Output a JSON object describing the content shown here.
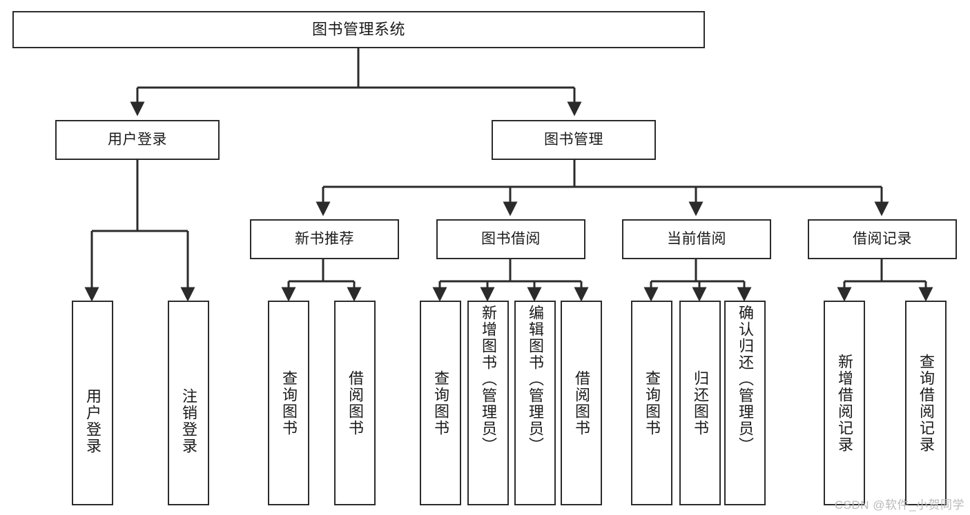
{
  "diagram": {
    "title": "图书管理系统",
    "type": "tree-hierarchy",
    "root": {
      "id": "root",
      "label": "图书管理系统"
    },
    "level1": [
      {
        "id": "user-login",
        "label": "用户登录"
      },
      {
        "id": "book-manage",
        "label": "图书管理"
      }
    ],
    "level2": [
      {
        "id": "new-book-rec",
        "label": "新书推荐",
        "parent": "book-manage"
      },
      {
        "id": "book-borrow",
        "label": "图书借阅",
        "parent": "book-manage"
      },
      {
        "id": "current-borrow",
        "label": "当前借阅",
        "parent": "book-manage"
      },
      {
        "id": "borrow-record",
        "label": "借阅记录",
        "parent": "book-manage"
      }
    ],
    "leaves": [
      {
        "id": "leaf-user-login",
        "label": "用户登录",
        "parent": "user-login"
      },
      {
        "id": "leaf-logout",
        "label": "注销登录",
        "parent": "user-login"
      },
      {
        "id": "leaf-query-book-1",
        "label": "查询图书",
        "parent": "new-book-rec"
      },
      {
        "id": "leaf-borrow-book-1",
        "label": "借阅图书",
        "parent": "new-book-rec"
      },
      {
        "id": "leaf-query-book-2",
        "label": "查询图书",
        "parent": "book-borrow"
      },
      {
        "id": "leaf-add-book",
        "label": "新增图书（管理员）",
        "parent": "book-borrow"
      },
      {
        "id": "leaf-edit-book",
        "label": "编辑图书（管理员）",
        "parent": "book-borrow"
      },
      {
        "id": "leaf-borrow-book-2",
        "label": "借阅图书",
        "parent": "book-borrow"
      },
      {
        "id": "leaf-query-book-3",
        "label": "查询图书",
        "parent": "current-borrow"
      },
      {
        "id": "leaf-return-book",
        "label": "归还图书",
        "parent": "current-borrow"
      },
      {
        "id": "leaf-confirm-return",
        "label": "确认归还（管理员）",
        "parent": "current-borrow"
      },
      {
        "id": "leaf-add-record",
        "label": "新增借阅记录",
        "parent": "borrow-record"
      },
      {
        "id": "leaf-query-record",
        "label": "查询借阅记录",
        "parent": "borrow-record"
      }
    ],
    "colors": {
      "stroke": "#2b2b2b",
      "fill": "#ffffff",
      "text": "#1a1a1a",
      "watermark": "#b9b9b9"
    }
  },
  "watermark": {
    "text": "CSDN @软件_小贺同学"
  }
}
